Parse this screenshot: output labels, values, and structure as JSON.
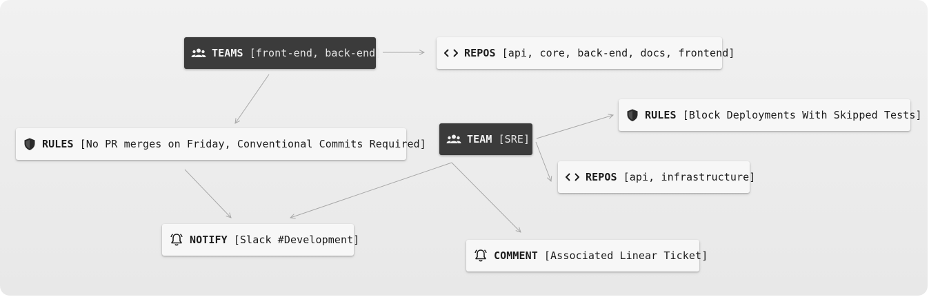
{
  "nodes": {
    "teams_frontend": {
      "label": "TEAMS",
      "value": "[front-end, back-end]",
      "icon": "users-icon"
    },
    "repos_top": {
      "label": "REPOS",
      "value": "[api, core, back-end, docs, frontend]",
      "icon": "code-icon"
    },
    "rules_left": {
      "label": "RULES",
      "value": "[No PR merges on Friday, Conventional Commits Required]",
      "icon": "shield-icon"
    },
    "team_sre": {
      "label": "TEAM",
      "value": "[SRE]",
      "icon": "users-icon"
    },
    "rules_right": {
      "label": "RULES",
      "value": "[Block Deployments With Skipped Tests]",
      "icon": "shield-icon"
    },
    "repos_sre": {
      "label": "REPOS",
      "value": "[api, infrastructure]",
      "icon": "code-icon"
    },
    "notify": {
      "label": "NOTIFY",
      "value": "[Slack #Development]",
      "icon": "bell-icon"
    },
    "comment": {
      "label": "COMMENT",
      "value": "[Associated Linear Ticket]",
      "icon": "bell-icon"
    }
  },
  "colors": {
    "dark_node": "#3b3b3b",
    "light_node": "#f7f7f7",
    "edge": "#a8a8a8",
    "background": "#ececec"
  }
}
